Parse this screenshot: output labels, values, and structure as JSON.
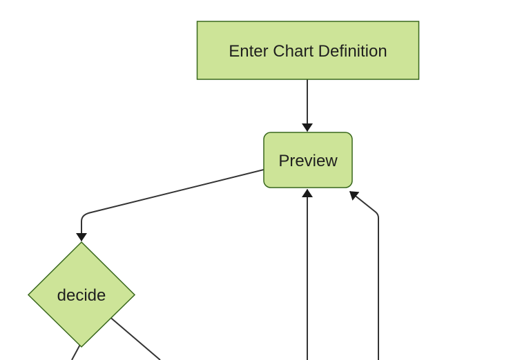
{
  "diagram": {
    "type": "flowchart",
    "direction": "top-to-bottom",
    "background_color": "#ffffff",
    "nodes": [
      {
        "id": "A",
        "label": "Enter Chart Definition",
        "shape": "rectangle"
      },
      {
        "id": "B",
        "label": "Preview",
        "shape": "rounded-rectangle"
      },
      {
        "id": "C",
        "label": "decide",
        "shape": "diamond"
      }
    ],
    "edges": [
      {
        "from": "A",
        "to": "B",
        "arrowhead": true,
        "description": "vertical arrow from Enter Chart Definition down into top of Preview"
      },
      {
        "from": "B",
        "to": "C",
        "arrowhead": true,
        "description": "from left side of Preview diagonally down-left, then straight down into top of decide diamond"
      },
      {
        "from": "C",
        "to": "offscreen-bottom-left",
        "arrowhead": false,
        "description": "leaves bottom vertex of decide, exits bottom edge of viewport"
      },
      {
        "from": "C",
        "to": "offscreen-bottom-right",
        "arrowhead": false,
        "description": "leaves lower-right edge of decide, exits bottom edge of viewport"
      },
      {
        "from": "offscreen-bottom",
        "to": "B",
        "arrowhead": true,
        "description": "vertical line rising from bottom edge of viewport into bottom of Preview"
      },
      {
        "from": "offscreen-bottom-right",
        "to": "B",
        "arrowhead": true,
        "description": "vertical line rising from bottom edge, bending up-left into bottom-right corner of Preview"
      }
    ],
    "colors": {
      "node_fill": "#cde498",
      "node_border": "#38671c",
      "edge_line": "#333333",
      "arrowhead": "#1a1a1a",
      "label_text": "#1f1f1f"
    }
  }
}
